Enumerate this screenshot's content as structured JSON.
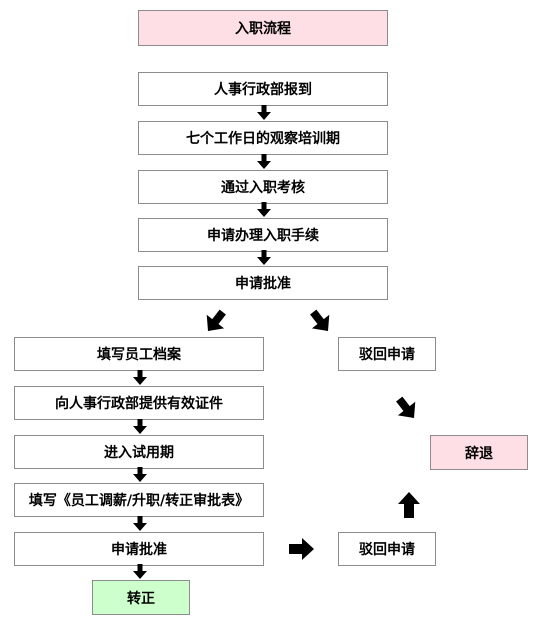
{
  "title": "入职流程",
  "main_flow": [
    "人事行政部报到",
    "七个工作日的观察培训期",
    "通过入职考核",
    "申请办理入职手续",
    "申请批准"
  ],
  "left_flow": [
    "填写员工档案",
    "向人事行政部提供有效证件",
    "进入试用期",
    "填写《员工调薪/升职/转正审批表》",
    "申请批准"
  ],
  "reject_top": "驳回申请",
  "reject_bottom": "驳回申请",
  "resign": "辞退",
  "regularize": "转正",
  "colors": {
    "title_fill": "#ffdfe6",
    "resign_fill": "#ffdfe6",
    "regularize_fill": "#ccffcc",
    "arrow": "#000000",
    "border": "#8c8c8c"
  }
}
